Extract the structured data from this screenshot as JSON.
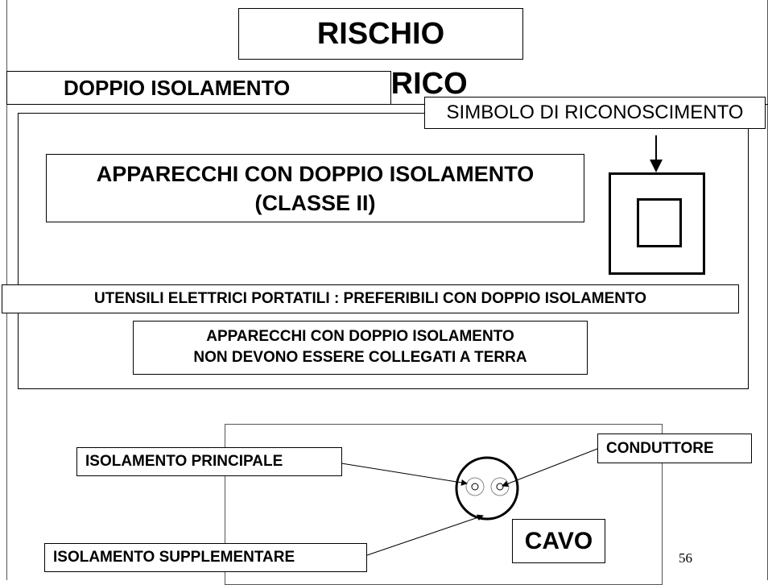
{
  "title": "RISCHIO ELETTRICO",
  "subtitle": "DOPPIO ISOLAMENTO",
  "symbol_label": "SIMBOLO DI RICONOSCIMENTO",
  "class_box": {
    "line1": "APPARECCHI CON DOPPIO ISOLAMENTO",
    "line2": "(CLASSE II)"
  },
  "tools_note": "UTENSILI ELETTRICI PORTATILI : PREFERIBILI CON DOPPIO ISOLAMENTO",
  "earth_note": {
    "line1": "APPARECCHI CON DOPPIO ISOLAMENTO",
    "line2": "NON DEVONO ESSERE COLLEGATI A TERRA"
  },
  "cable": {
    "main_insulation": "ISOLAMENTO PRINCIPALE",
    "conductor": "CONDUTTORE",
    "supplementary_insulation": "ISOLAMENTO SUPPLEMENTARE",
    "cable_label": "CAVO"
  },
  "page_number": "56"
}
